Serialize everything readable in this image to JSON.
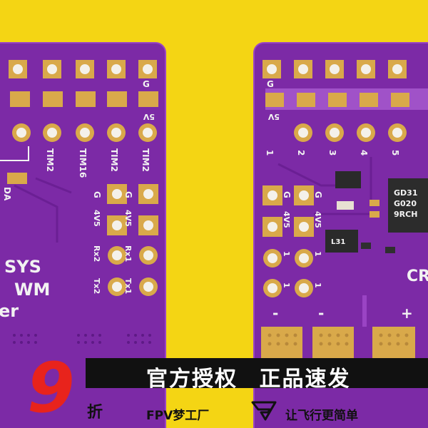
{
  "left_board": {
    "pad_labels": [
      "G",
      "5V",
      "TIM2",
      "TIM16",
      "TIM2",
      "TIM2",
      "DA",
      "G",
      "G",
      "4V5",
      "4V5",
      "Rx2",
      "Rx1",
      "Tx2",
      "Tx1"
    ],
    "text_fragments": [
      "SYS",
      "WM",
      "er"
    ]
  },
  "right_board": {
    "pad_labels": [
      "G",
      "5V",
      "1",
      "2",
      "3",
      "4",
      "5",
      "G",
      "G",
      "4V5",
      "4V5",
      "1",
      "1",
      "1",
      "1",
      "-",
      "-",
      "+"
    ],
    "chip_marking": [
      "GD31",
      "G020",
      "9RCH"
    ],
    "small_chip_marking": "L31",
    "text_fragments": [
      "CR"
    ]
  },
  "banner": {
    "discount_number": "9",
    "discount_unit": "折",
    "slogan": [
      "官方授权",
      "正品速发"
    ],
    "brand": "FPV梦工厂",
    "tagline": "让飞行更简单"
  },
  "colors": {
    "background": "#f4d514",
    "pcb": "#7c2aa6",
    "pad_gold": "#d9a94a",
    "accent_red": "#e8231c",
    "bar": "#111111"
  }
}
